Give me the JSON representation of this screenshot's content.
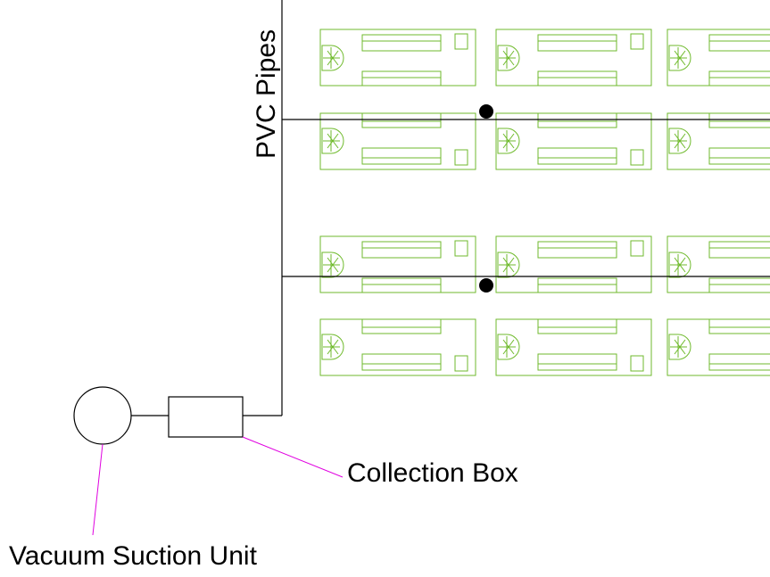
{
  "labels": {
    "pipes": "PVC Pipes",
    "collection_box": "Collection Box",
    "vacuum_unit": "Vacuum Suction Unit"
  },
  "colors": {
    "line": "#000000",
    "desk_units": "#6fba2c",
    "leader_lines": "#e000e0",
    "junction": "#000000"
  },
  "workstation_layout": {
    "rows": 4,
    "columns_visible": 3,
    "rows_facing": [
      "down",
      "up",
      "down",
      "up"
    ]
  },
  "junctions": 2
}
